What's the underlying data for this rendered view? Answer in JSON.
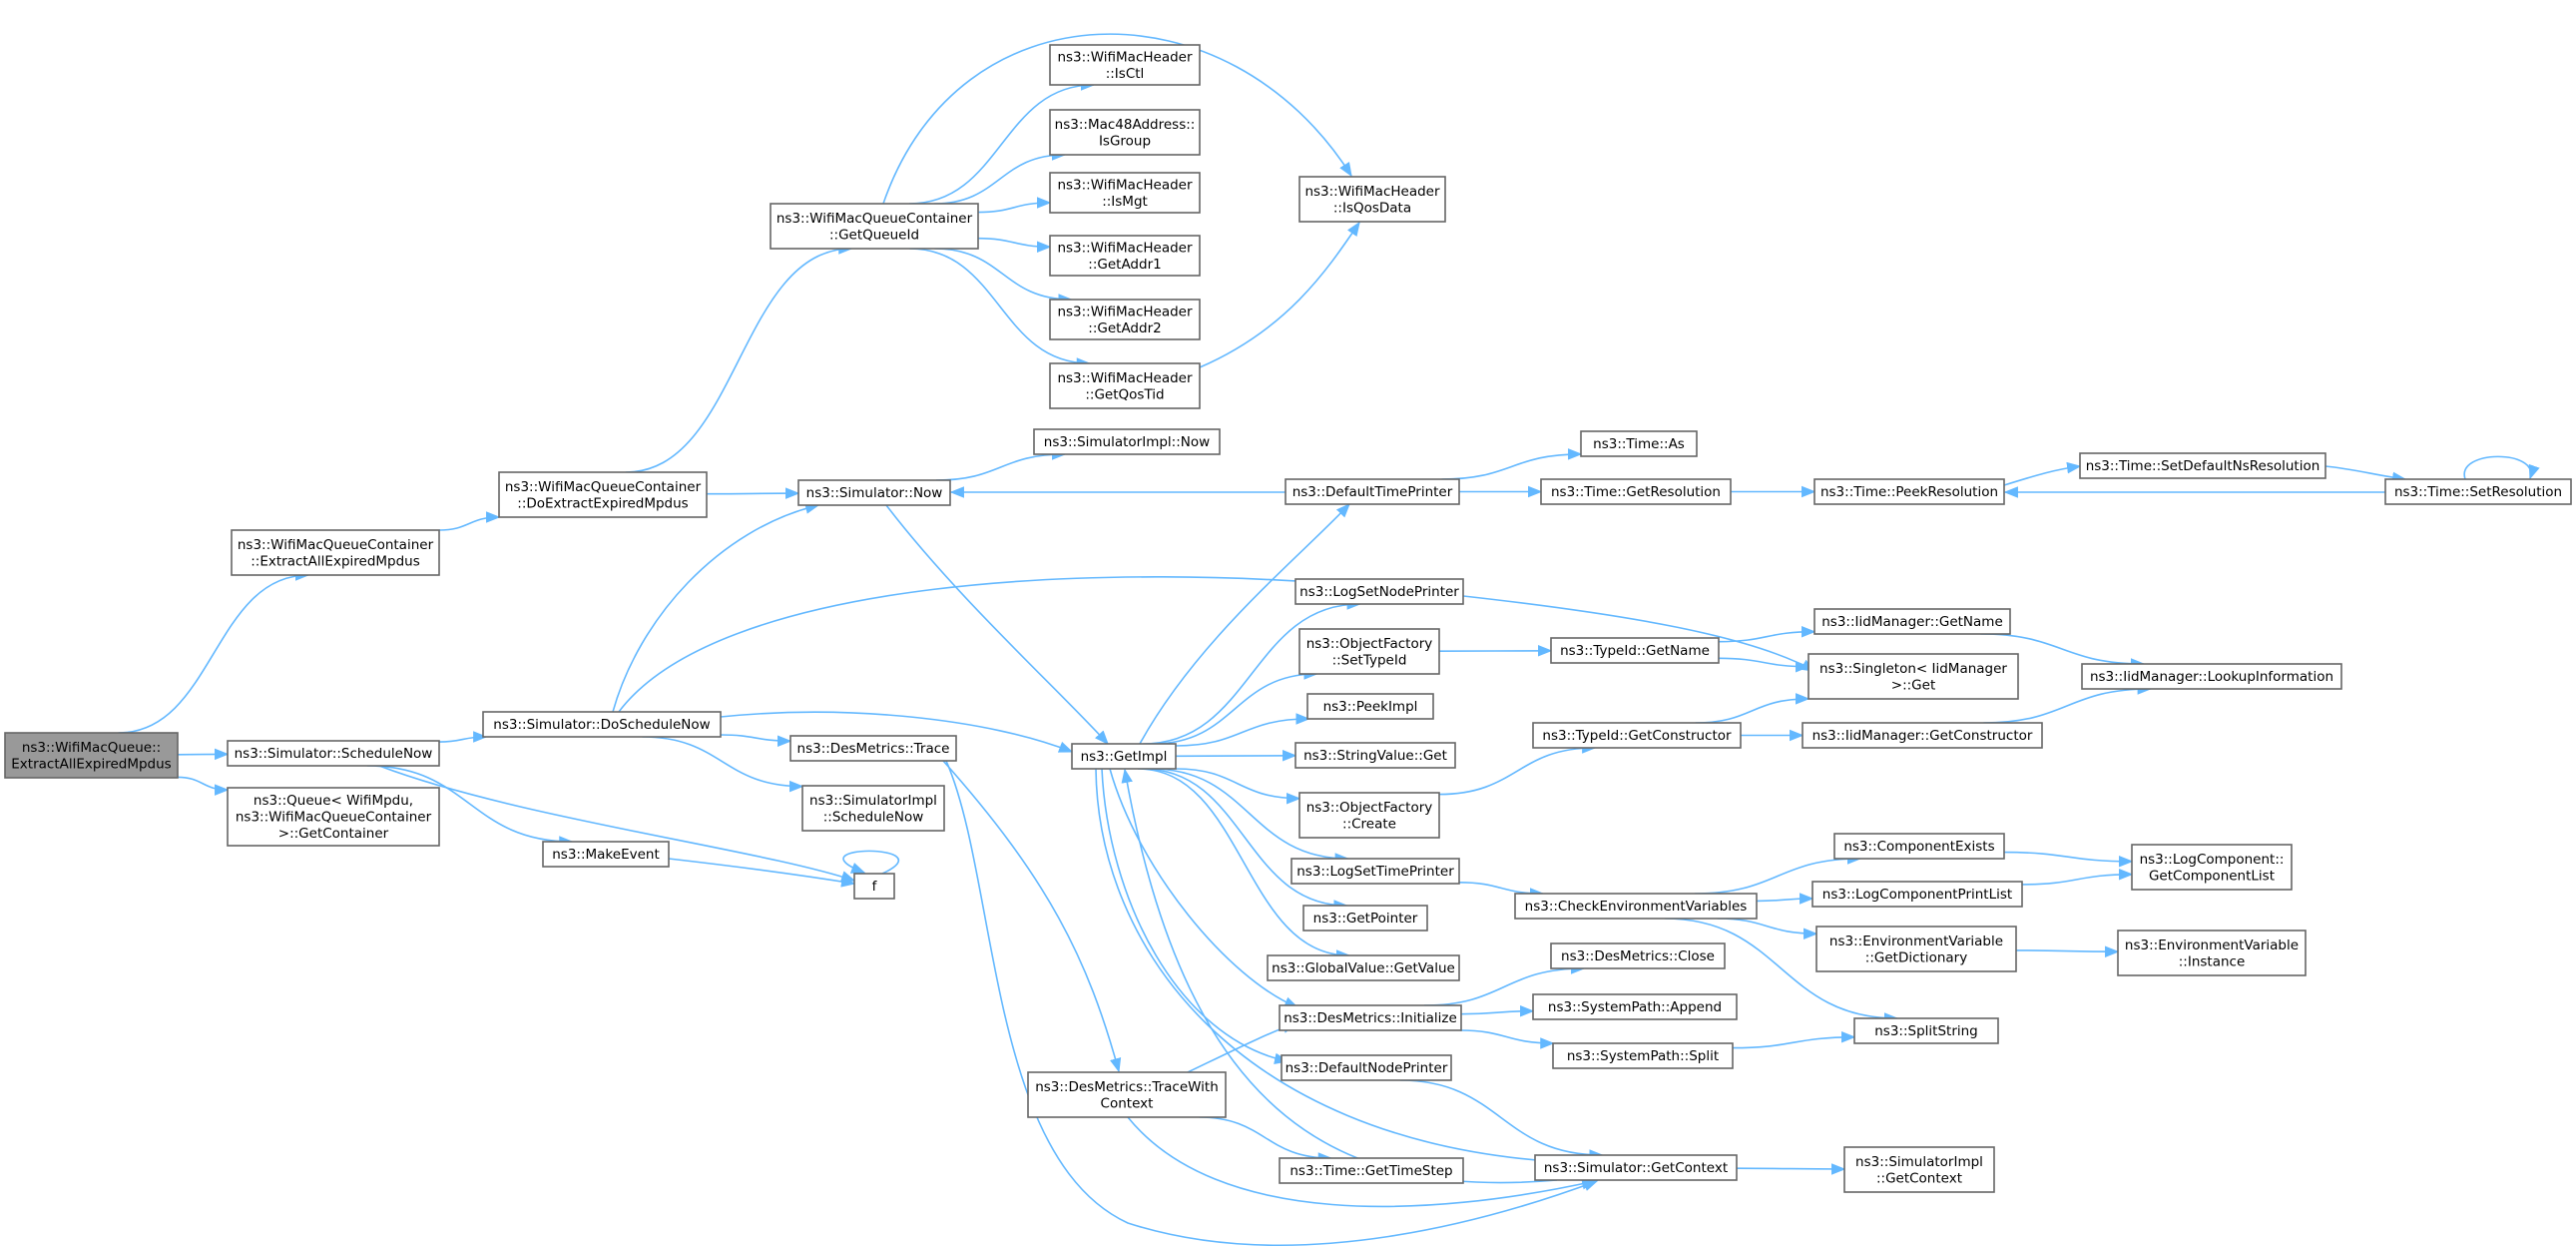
{
  "nodes": [
    {
      "id": "root",
      "lines": [
        "ns3::WifiMacQueue::",
        "ExtractAllExpiredMpdus"
      ],
      "root": true
    },
    {
      "id": "extractAll",
      "lines": [
        "ns3::WifiMacQueueContainer",
        "::ExtractAllExpiredMpdus"
      ]
    },
    {
      "id": "scheduleNow",
      "lines": [
        "ns3::Simulator::ScheduleNow"
      ]
    },
    {
      "id": "getContainer",
      "lines": [
        "ns3::Queue< WifiMpdu,",
        "ns3::WifiMacQueueContainer",
        ">::GetContainer"
      ]
    },
    {
      "id": "doExtract",
      "lines": [
        "ns3::WifiMacQueueContainer",
        "::DoExtractExpiredMpdus"
      ]
    },
    {
      "id": "doScheduleNow",
      "lines": [
        "ns3::Simulator::DoScheduleNow"
      ]
    },
    {
      "id": "makeEvent",
      "lines": [
        "ns3::MakeEvent"
      ]
    },
    {
      "id": "f",
      "lines": [
        "f"
      ]
    },
    {
      "id": "getQueueId",
      "lines": [
        "ns3::WifiMacQueueContainer",
        "::GetQueueId"
      ]
    },
    {
      "id": "simNow",
      "lines": [
        "ns3::Simulator::Now"
      ]
    },
    {
      "id": "desTrace",
      "lines": [
        "ns3::DesMetrics::Trace"
      ]
    },
    {
      "id": "simImplSchedNow",
      "lines": [
        "ns3::SimulatorImpl",
        "::ScheduleNow"
      ]
    },
    {
      "id": "desTraceCtx",
      "lines": [
        "ns3::DesMetrics::TraceWith",
        "Context"
      ]
    },
    {
      "id": "isCtl",
      "lines": [
        "ns3::WifiMacHeader",
        "::IsCtl"
      ]
    },
    {
      "id": "isGroup",
      "lines": [
        "ns3::Mac48Address::",
        "IsGroup"
      ]
    },
    {
      "id": "isMgt",
      "lines": [
        "ns3::WifiMacHeader",
        "::IsMgt"
      ]
    },
    {
      "id": "getAddr1",
      "lines": [
        "ns3::WifiMacHeader",
        "::GetAddr1"
      ]
    },
    {
      "id": "getAddr2",
      "lines": [
        "ns3::WifiMacHeader",
        "::GetAddr2"
      ]
    },
    {
      "id": "getQosTid",
      "lines": [
        "ns3::WifiMacHeader",
        "::GetQosTid"
      ]
    },
    {
      "id": "isQosData",
      "lines": [
        "ns3::WifiMacHeader",
        "::IsQosData"
      ]
    },
    {
      "id": "simImplNow",
      "lines": [
        "ns3::SimulatorImpl::Now"
      ]
    },
    {
      "id": "getImpl",
      "lines": [
        "ns3::GetImpl"
      ]
    },
    {
      "id": "defTimePrinter",
      "lines": [
        "ns3::DefaultTimePrinter"
      ]
    },
    {
      "id": "logSetNodePrinter",
      "lines": [
        "ns3::LogSetNodePrinter"
      ]
    },
    {
      "id": "objFactSetTypeId",
      "lines": [
        "ns3::ObjectFactory",
        "::SetTypeId"
      ]
    },
    {
      "id": "peekImpl",
      "lines": [
        "ns3::PeekImpl"
      ]
    },
    {
      "id": "stringValueGet",
      "lines": [
        "ns3::StringValue::Get"
      ]
    },
    {
      "id": "objFactCreate",
      "lines": [
        "ns3::ObjectFactory",
        "::Create"
      ]
    },
    {
      "id": "logSetTimePrinter",
      "lines": [
        "ns3::LogSetTimePrinter"
      ]
    },
    {
      "id": "getPointer",
      "lines": [
        "ns3::GetPointer"
      ]
    },
    {
      "id": "globalValueGet",
      "lines": [
        "ns3::GlobalValue::GetValue"
      ]
    },
    {
      "id": "desInit",
      "lines": [
        "ns3::DesMetrics::Initialize"
      ]
    },
    {
      "id": "defNodePrinter",
      "lines": [
        "ns3::DefaultNodePrinter"
      ]
    },
    {
      "id": "timeGetTimeStep",
      "lines": [
        "ns3::Time::GetTimeStep"
      ]
    },
    {
      "id": "timeAs",
      "lines": [
        "ns3::Time::As"
      ]
    },
    {
      "id": "timeGetRes",
      "lines": [
        "ns3::Time::GetResolution"
      ]
    },
    {
      "id": "typeIdGetName",
      "lines": [
        "ns3::TypeId::GetName"
      ]
    },
    {
      "id": "typeIdGetCtor",
      "lines": [
        "ns3::TypeId::GetConstructor"
      ]
    },
    {
      "id": "checkEnv",
      "lines": [
        "ns3::CheckEnvironmentVariables"
      ]
    },
    {
      "id": "desClose",
      "lines": [
        "ns3::DesMetrics::Close"
      ]
    },
    {
      "id": "sysPathAppend",
      "lines": [
        "ns3::SystemPath::Append"
      ]
    },
    {
      "id": "sysPathSplit",
      "lines": [
        "ns3::SystemPath::Split"
      ]
    },
    {
      "id": "simGetCtx",
      "lines": [
        "ns3::Simulator::GetContext"
      ]
    },
    {
      "id": "timePeekRes",
      "lines": [
        "ns3::Time::PeekResolution"
      ]
    },
    {
      "id": "iidGetName",
      "lines": [
        "ns3::IidManager::GetName"
      ]
    },
    {
      "id": "singletonGet",
      "lines": [
        "ns3::Singleton< IidManager",
        ">::Get"
      ]
    },
    {
      "id": "iidGetCtor",
      "lines": [
        "ns3::IidManager::GetConstructor"
      ]
    },
    {
      "id": "compExists",
      "lines": [
        "ns3::ComponentExists"
      ]
    },
    {
      "id": "logCompPrintList",
      "lines": [
        "ns3::LogComponentPrintList"
      ]
    },
    {
      "id": "envVarGetDict",
      "lines": [
        "ns3::EnvironmentVariable",
        "::GetDictionary"
      ]
    },
    {
      "id": "splitString",
      "lines": [
        "ns3::SplitString"
      ]
    },
    {
      "id": "simImplGetCtx",
      "lines": [
        "ns3::SimulatorImpl",
        "::GetContext"
      ]
    },
    {
      "id": "setDefaultNsRes",
      "lines": [
        "ns3::Time::SetDefaultNsResolution"
      ]
    },
    {
      "id": "iidLookup",
      "lines": [
        "ns3::IidManager::LookupInformation"
      ]
    },
    {
      "id": "logCompGetList",
      "lines": [
        "ns3::LogComponent::",
        "GetComponentList"
      ]
    },
    {
      "id": "envVarInstance",
      "lines": [
        "ns3::EnvironmentVariable",
        "::Instance"
      ]
    },
    {
      "id": "timeSetRes",
      "lines": [
        "ns3::Time::SetResolution"
      ]
    }
  ],
  "edges": [
    [
      "root",
      "extractAll"
    ],
    [
      "root",
      "scheduleNow"
    ],
    [
      "root",
      "getContainer"
    ],
    [
      "extractAll",
      "doExtract"
    ],
    [
      "doExtract",
      "getQueueId"
    ],
    [
      "doExtract",
      "simNow"
    ],
    [
      "getQueueId",
      "isCtl"
    ],
    [
      "getQueueId",
      "isGroup"
    ],
    [
      "getQueueId",
      "isMgt"
    ],
    [
      "getQueueId",
      "getAddr1"
    ],
    [
      "getQueueId",
      "getAddr2"
    ],
    [
      "getQueueId",
      "getQosTid"
    ],
    [
      "getQueueId",
      "isQosData"
    ],
    [
      "getQosTid",
      "isQosData"
    ],
    [
      "scheduleNow",
      "doScheduleNow"
    ],
    [
      "scheduleNow",
      "makeEvent"
    ],
    [
      "scheduleNow",
      "f"
    ],
    [
      "makeEvent",
      "f"
    ],
    [
      "f",
      "f"
    ],
    [
      "doScheduleNow",
      "simNow"
    ],
    [
      "doScheduleNow",
      "desTrace"
    ],
    [
      "doScheduleNow",
      "simImplSchedNow"
    ],
    [
      "doScheduleNow",
      "getImpl"
    ],
    [
      "doScheduleNow",
      "singletonGet"
    ],
    [
      "simNow",
      "simImplNow"
    ],
    [
      "simNow",
      "getImpl"
    ],
    [
      "desTrace",
      "desTraceCtx"
    ],
    [
      "desTrace",
      "simGetCtx"
    ],
    [
      "desTraceCtx",
      "desInit"
    ],
    [
      "desTraceCtx",
      "timeGetTimeStep"
    ],
    [
      "desTraceCtx",
      "simGetCtx"
    ],
    [
      "getImpl",
      "defTimePrinter"
    ],
    [
      "getImpl",
      "logSetNodePrinter"
    ],
    [
      "getImpl",
      "objFactSetTypeId"
    ],
    [
      "getImpl",
      "peekImpl"
    ],
    [
      "getImpl",
      "stringValueGet"
    ],
    [
      "getImpl",
      "objFactCreate"
    ],
    [
      "getImpl",
      "logSetTimePrinter"
    ],
    [
      "getImpl",
      "getPointer"
    ],
    [
      "getImpl",
      "globalValueGet"
    ],
    [
      "getImpl",
      "desInit"
    ],
    [
      "getImpl",
      "defNodePrinter"
    ],
    [
      "getImpl",
      "simGetCtx"
    ],
    [
      "defTimePrinter",
      "simNow"
    ],
    [
      "defTimePrinter",
      "timeAs"
    ],
    [
      "defTimePrinter",
      "timeGetRes"
    ],
    [
      "defNodePrinter",
      "simGetCtx"
    ],
    [
      "simGetCtx",
      "getImpl"
    ],
    [
      "simGetCtx",
      "simImplGetCtx"
    ],
    [
      "objFactSetTypeId",
      "typeIdGetName"
    ],
    [
      "objFactCreate",
      "typeIdGetCtor"
    ],
    [
      "logSetTimePrinter",
      "checkEnv"
    ],
    [
      "desInit",
      "desClose"
    ],
    [
      "desInit",
      "sysPathAppend"
    ],
    [
      "desInit",
      "sysPathSplit"
    ],
    [
      "timeGetRes",
      "timePeekRes"
    ],
    [
      "timePeekRes",
      "setDefaultNsRes"
    ],
    [
      "setDefaultNsRes",
      "timeSetRes"
    ],
    [
      "timeSetRes",
      "timePeekRes"
    ],
    [
      "timeSetRes",
      "timeSetRes"
    ],
    [
      "typeIdGetName",
      "iidGetName"
    ],
    [
      "typeIdGetName",
      "singletonGet"
    ],
    [
      "typeIdGetCtor",
      "singletonGet"
    ],
    [
      "typeIdGetCtor",
      "iidGetCtor"
    ],
    [
      "iidGetName",
      "iidLookup"
    ],
    [
      "iidGetCtor",
      "iidLookup"
    ],
    [
      "checkEnv",
      "compExists"
    ],
    [
      "checkEnv",
      "logCompPrintList"
    ],
    [
      "checkEnv",
      "envVarGetDict"
    ],
    [
      "checkEnv",
      "splitString"
    ],
    [
      "compExists",
      "logCompGetList"
    ],
    [
      "logCompPrintList",
      "logCompGetList"
    ],
    [
      "envVarGetDict",
      "envVarInstance"
    ],
    [
      "sysPathSplit",
      "splitString"
    ]
  ]
}
